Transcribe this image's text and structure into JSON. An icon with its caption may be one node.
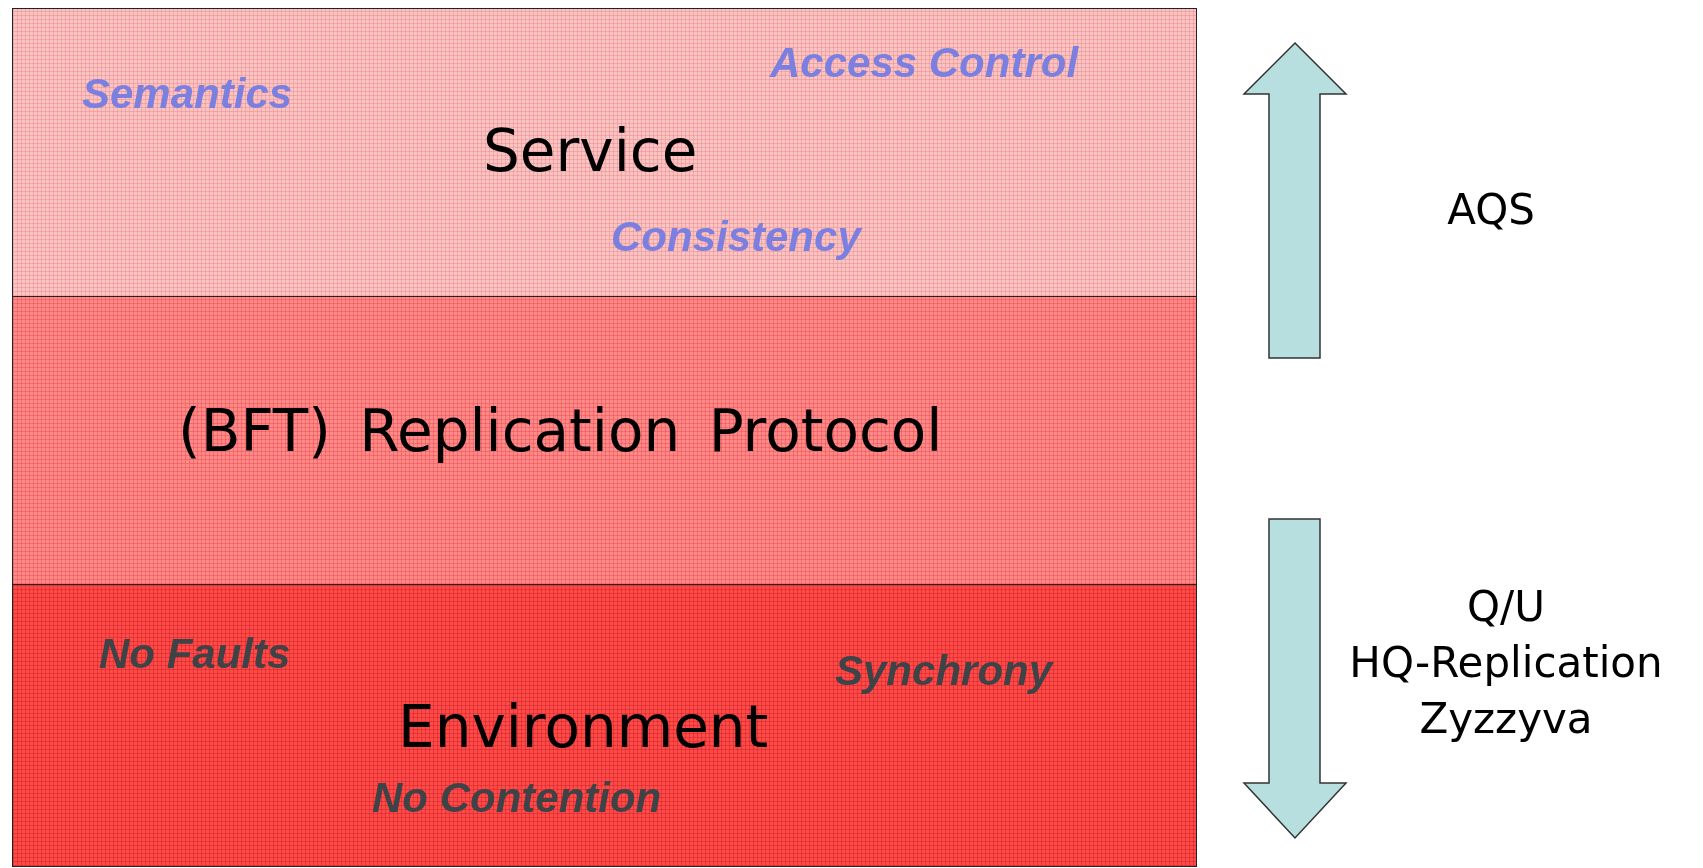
{
  "diagram": {
    "nodes": [
      {
        "text": [
          "Access Control",
          "Semantics",
          "Service",
          "Consistency"
        ]
      },
      {
        "text": [
          "(BFT) Replication Protocol"
        ]
      },
      {
        "text": [
          "No Faults",
          "Synchrony",
          "Environment",
          "No Contention"
        ]
      }
    ],
    "labels": [
      "AQS",
      "Q/U",
      "HQ-Replication",
      "Zyzzyva"
    ]
  }
}
